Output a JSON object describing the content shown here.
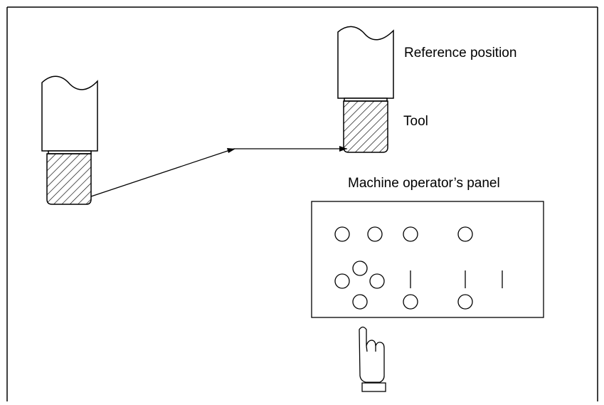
{
  "labels": {
    "reference_position": "Reference position",
    "tool": "Tool",
    "panel": "Machine operator’s panel"
  },
  "colors": {
    "line": "#000000",
    "background": "#ffffff",
    "hatch": "#000000"
  },
  "icons": [
    "tool-icon",
    "pointing-hand-icon",
    "arrow-icon"
  ]
}
